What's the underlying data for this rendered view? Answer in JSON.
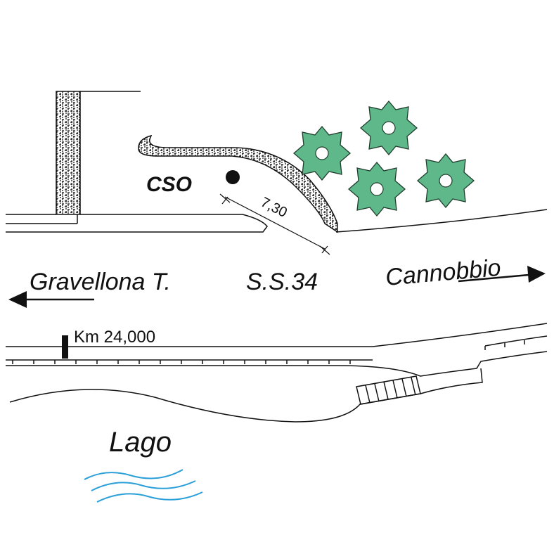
{
  "labels": {
    "cso": "CSO",
    "dimension": "7,30",
    "road": "S.S.34",
    "west_destination": "Gravellona T.",
    "east_destination": "Cannobbio",
    "kilometer_marker": "Km 24,000",
    "lake": "Lago"
  },
  "colors": {
    "line": "#111111",
    "tree_fill": "#5fb88a",
    "tree_stroke": "#1f3d2c",
    "water": "#2a9fd8"
  }
}
